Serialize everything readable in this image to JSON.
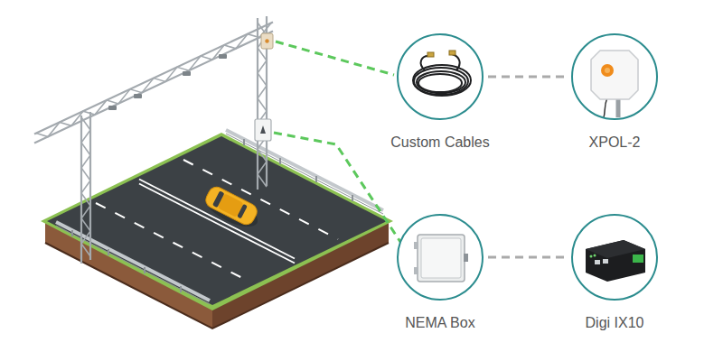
{
  "diagram": {
    "nodes": [
      {
        "text": [
          "Custom Cables"
        ]
      },
      {
        "text": [
          "XPOL-2"
        ]
      },
      {
        "text": [
          "NEMA Box"
        ]
      },
      {
        "text": [
          "Digi IX10"
        ]
      }
    ],
    "edges": [
      {
        "from": 0,
        "to": 1,
        "arrow": "none"
      },
      {
        "from": 2,
        "to": 3,
        "arrow": "none"
      }
    ]
  }
}
